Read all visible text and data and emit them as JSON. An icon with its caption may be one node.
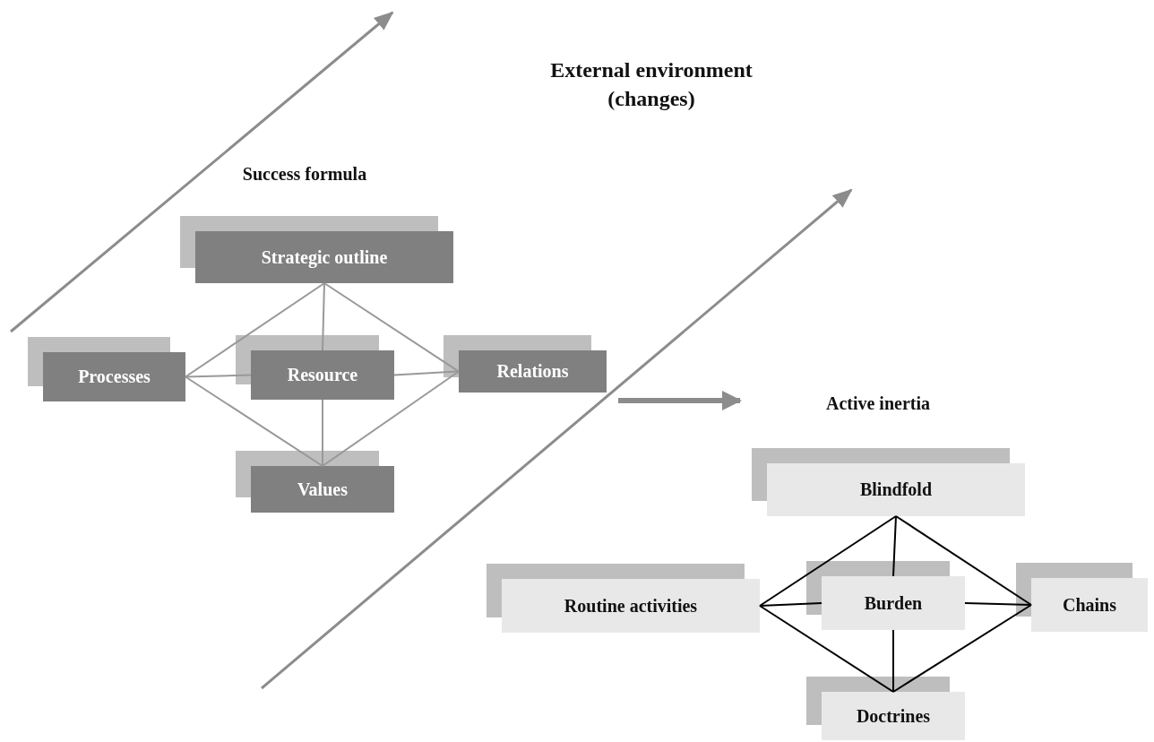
{
  "diagram": {
    "nodes": [
      {
        "text": [
          "Strategic outline"
        ]
      },
      {
        "text": [
          "Processes"
        ]
      },
      {
        "text": [
          "Resource"
        ]
      },
      {
        "text": [
          "Relations"
        ]
      },
      {
        "text": [
          "Values"
        ]
      },
      {
        "text": [
          "Blindfold"
        ]
      },
      {
        "text": [
          "Routine activities"
        ]
      },
      {
        "text": [
          "Burden"
        ]
      },
      {
        "text": [
          "Chains"
        ]
      },
      {
        "text": [
          "Doctrines"
        ]
      }
    ],
    "edges": [
      {
        "from": 0,
        "to": 1,
        "arrow": "none"
      },
      {
        "from": 0,
        "to": 2,
        "arrow": "none"
      },
      {
        "from": 0,
        "to": 3,
        "arrow": "none"
      },
      {
        "from": 1,
        "to": 2,
        "arrow": "none"
      },
      {
        "from": 2,
        "to": 3,
        "arrow": "none"
      },
      {
        "from": 1,
        "to": 4,
        "arrow": "none"
      },
      {
        "from": 2,
        "to": 4,
        "arrow": "none"
      },
      {
        "from": 3,
        "to": 4,
        "arrow": "none"
      },
      {
        "from": 5,
        "to": 6,
        "arrow": "none",
        "color": "#000000"
      },
      {
        "from": 5,
        "to": 7,
        "arrow": "none",
        "color": "#000000"
      },
      {
        "from": 5,
        "to": 8,
        "arrow": "none",
        "color": "#000000"
      },
      {
        "from": 6,
        "to": 7,
        "arrow": "none",
        "color": "#000000"
      },
      {
        "from": 7,
        "to": 8,
        "arrow": "none",
        "color": "#000000"
      },
      {
        "from": 6,
        "to": 9,
        "arrow": "none",
        "color": "#000000"
      },
      {
        "from": 7,
        "to": 9,
        "arrow": "none",
        "color": "#000000"
      },
      {
        "from": 8,
        "to": 9,
        "arrow": "none",
        "color": "#000000"
      },
      {
        "from": 3,
        "to": null,
        "arrow": "to",
        "style": "thick",
        "color": "#8c8c8c"
      }
    ],
    "labels": [
      "External environment (changes)",
      "Success formula",
      "Active inertia"
    ]
  }
}
